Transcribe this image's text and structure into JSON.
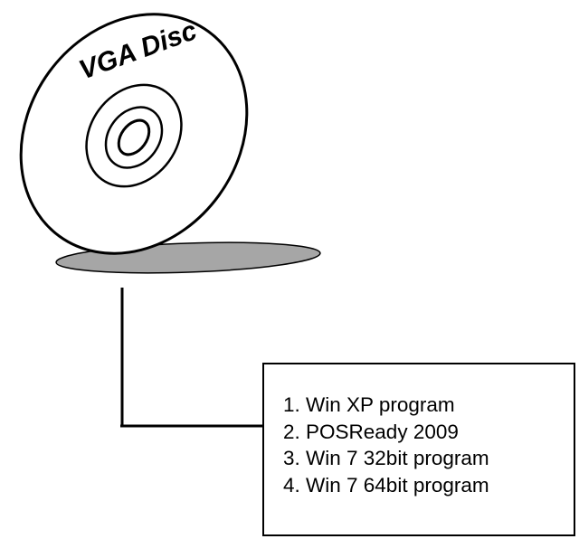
{
  "disc": {
    "label": "VGA Disc"
  },
  "programs": [
    "1. Win XP program",
    "2. POSReady 2009",
    "3. Win 7 32bit program",
    "4. Win 7 64bit program"
  ],
  "colors": {
    "line": "#000000",
    "disc_shadow": "#a6a6a6",
    "background": "#ffffff"
  }
}
